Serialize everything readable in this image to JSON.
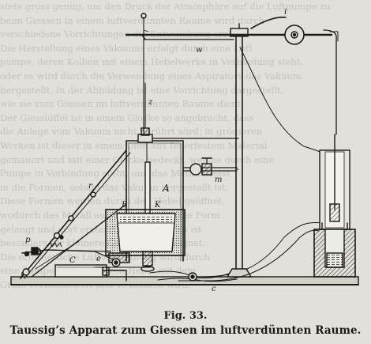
{
  "figure": {
    "label": "Fig. 33.",
    "caption": "Taussig’s Apparat zum Giessen im luftverdünnten Raume.",
    "part_labels": {
      "A": "A",
      "B": "B",
      "K": "K",
      "C": "C",
      "m": "m",
      "w": "w",
      "i": "i",
      "r": "r",
      "p": "p",
      "e": "e",
      "z": "z",
      "c": "c"
    }
  },
  "bleed_through_text": [
    "stets gross genug, um den Druck der Atmosphäre auf die Luftpumpe zu",
    "beim Giessen in einem luftverdünnten Raume wird durch",
    "verschiedene Vorrichtungen die Entweichung erzielt.",
    "Die Herstellung eines Vakuums erfolgt durch eine Luft",
    "pumpe, deren Kolben mit einem Hebelwerke in Verbindung steht,",
    "oder es wird durch die Verwendung eines Aspirators das Vakuum",
    "hergestellt. In der Abbildung ist eine Vorrichtung dargestellt,",
    "wie sie zum Giessen im luftverdünnten Raume dient.",
    "Der Giesslöffel ist in einem Glocke so angebracht, dass",
    "die Anlage vom Vakuum nicht berührt wird; in grösseren",
    "Werken ist dieser in einem Ofen aus feuerfestem Material",
    "gemauert und mit einer Glocke bedeckt, welche durch eine",
    "Pumpe in Verbindung steht, und das Metall fliesst",
    "in die Formen, sobald das Vakuum hergestellt ist.",
    "Diese Formen werden durch den Hebel geöffnet,",
    "wodurch das Metall aus dem Tiegel in die Form",
    "gelangt und dort erstarrt. Das Verfahren ist",
    "besonders für kleinere Gussstücke geeignet.",
    "Die erforderliche Luftverdünnung wird durch",
    "eine Pumpe bewirkt, deren Hebel mit dem",
    "Griffe verbunden ist und so bedient wird."
  ]
}
